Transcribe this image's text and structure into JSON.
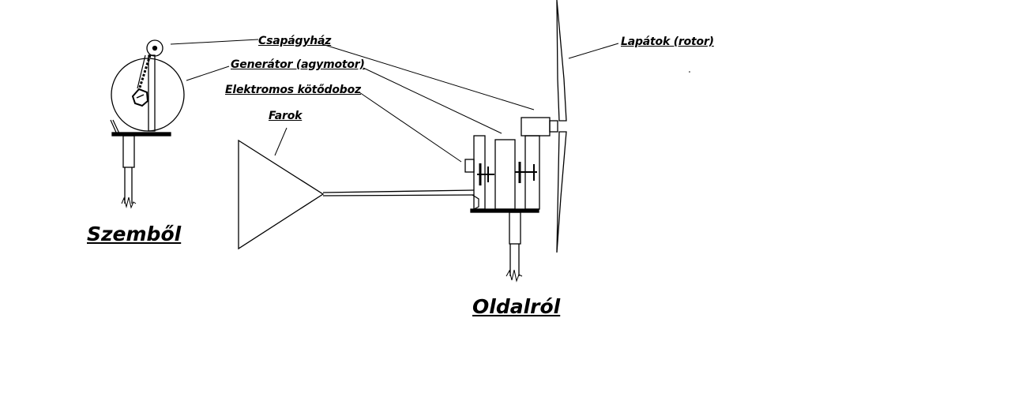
{
  "labels": {
    "bearing_housing": "Csapágyház",
    "generator": "Generátor (agymotor)",
    "junction_box": "Elektromos kötődoboz",
    "tail": "Farok",
    "blades": "Lapátok (rotor)"
  },
  "views": {
    "front": "Szemből",
    "side": "Oldalról"
  },
  "colors": {
    "ink": "#000000",
    "background": "#ffffff"
  }
}
